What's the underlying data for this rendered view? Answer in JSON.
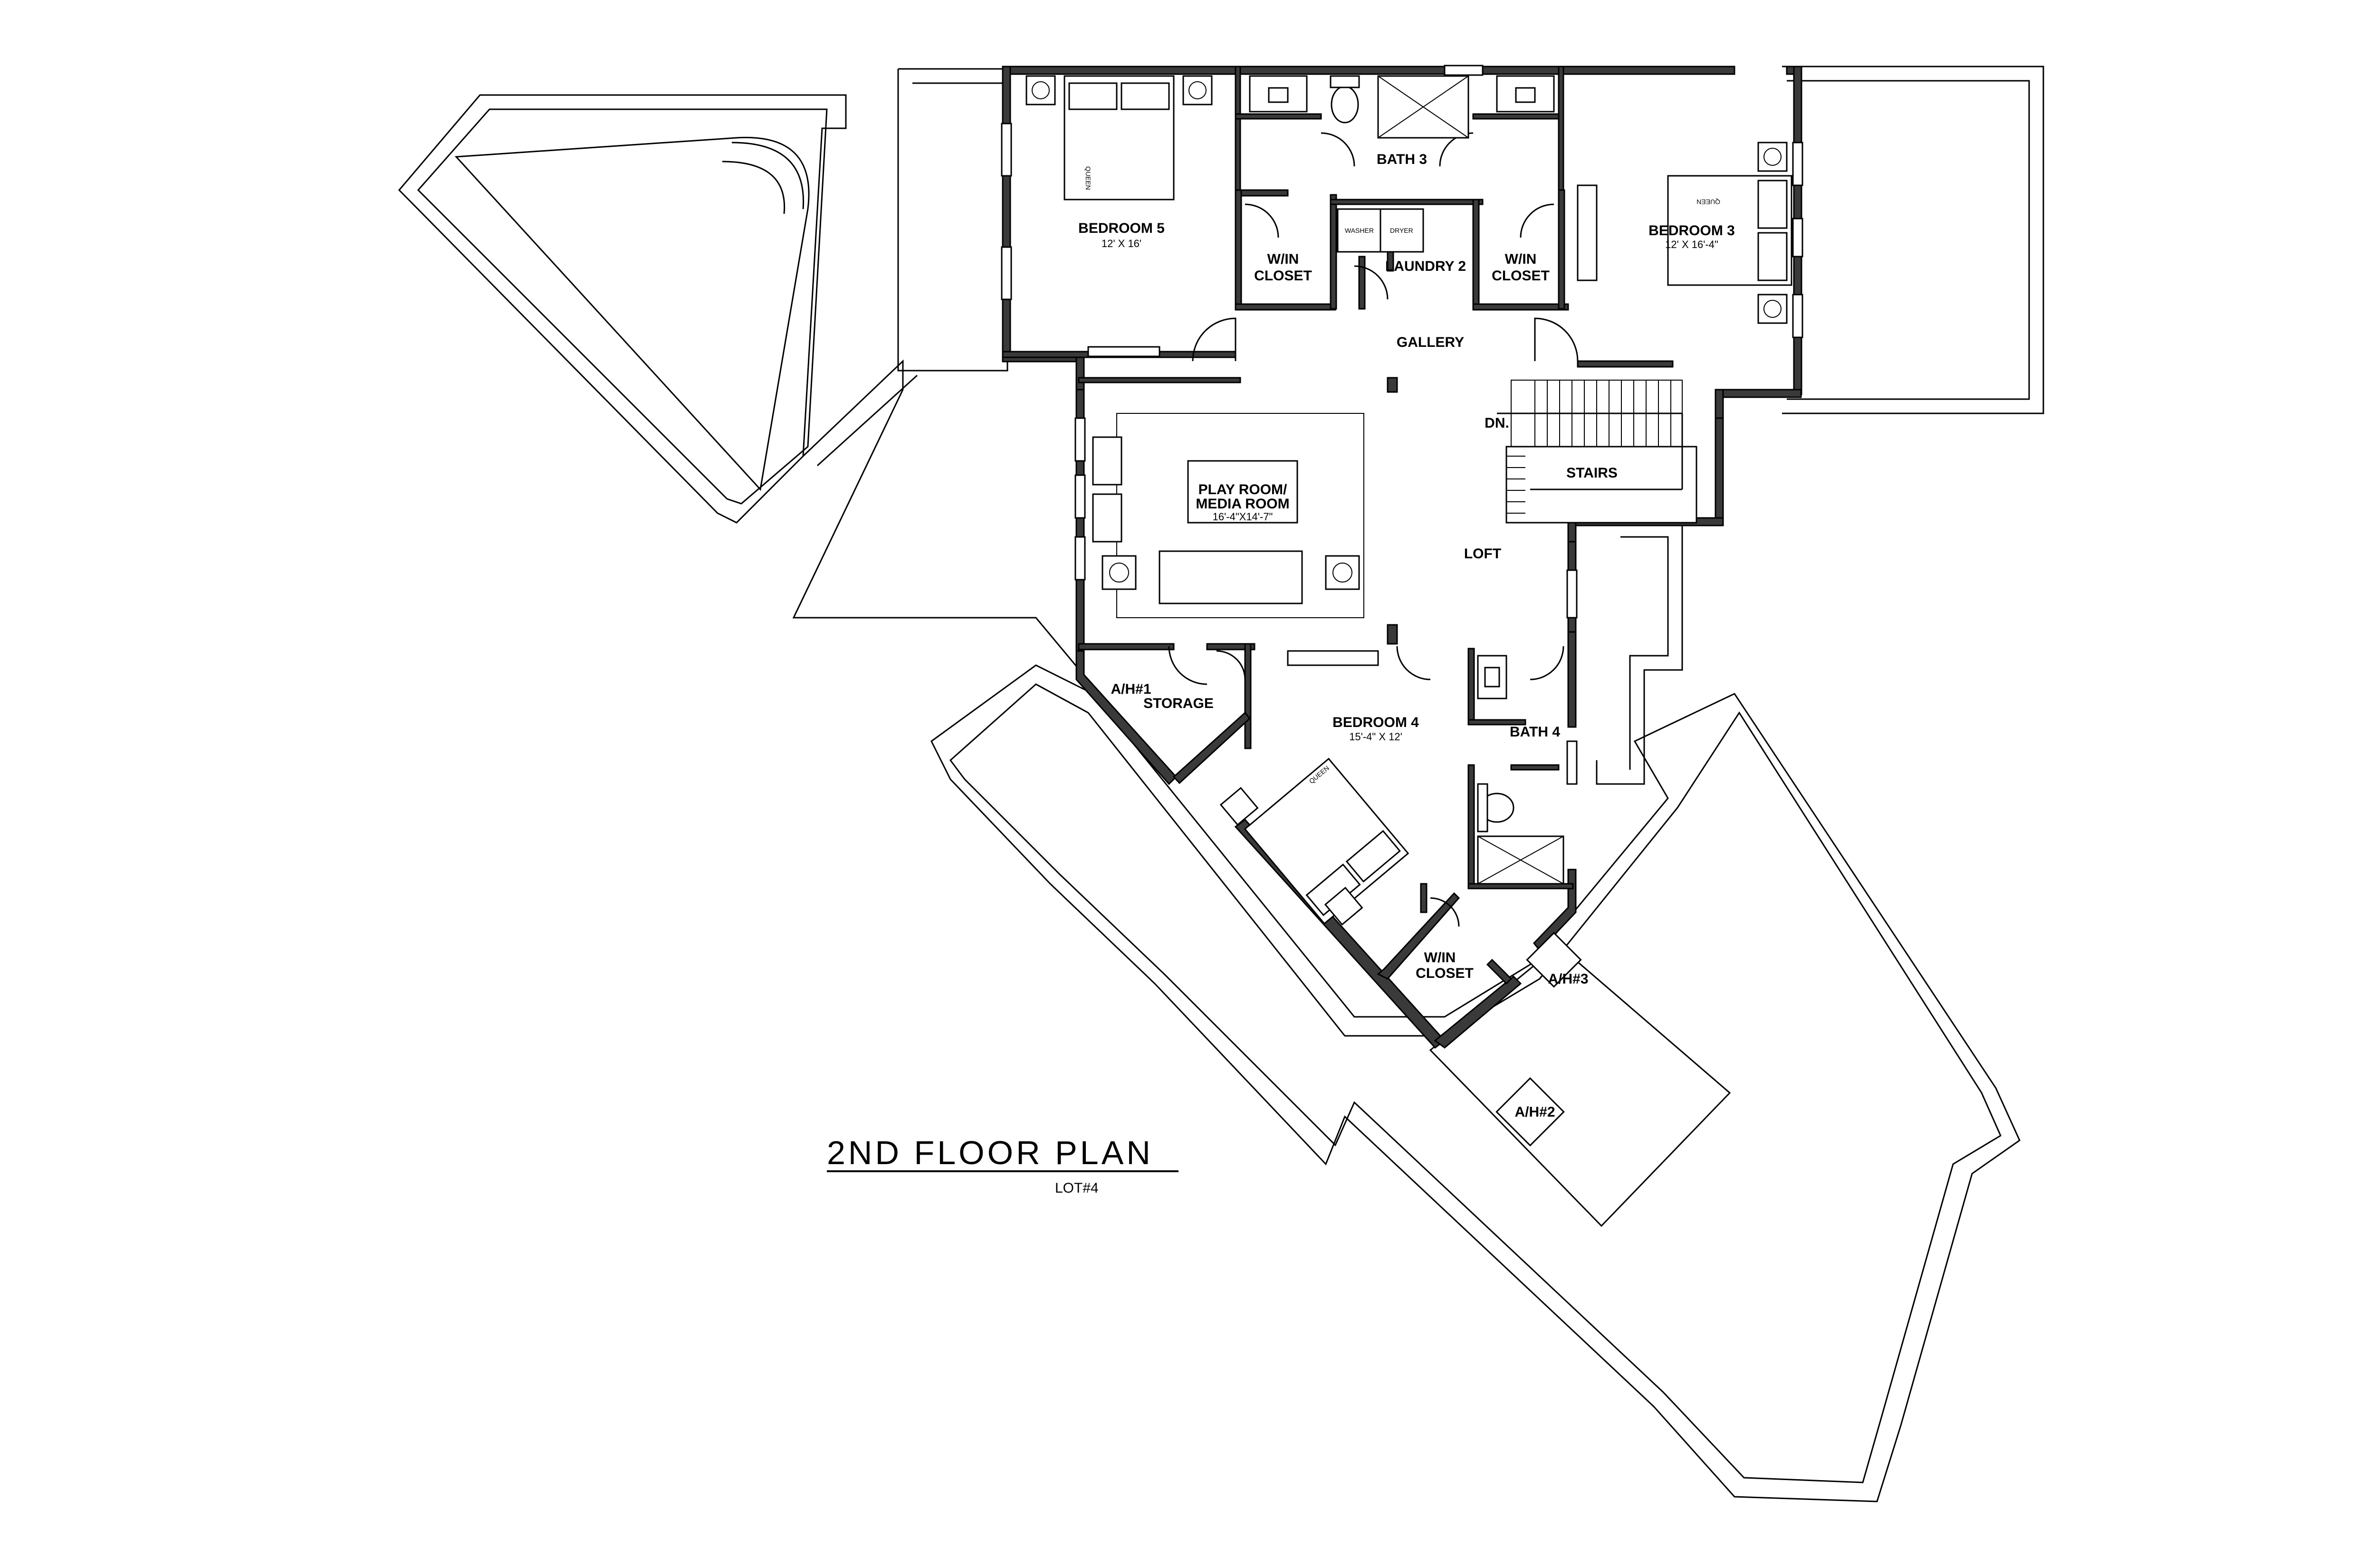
{
  "title": "2ND FLOOR PLAN",
  "subtitle": "LOT#4",
  "rooms": {
    "bedroom5": {
      "name": "BEDROOM 5",
      "dim": "12' X 16'"
    },
    "bath3": {
      "name": "BATH 3"
    },
    "bedroom3": {
      "name": "BEDROOM 3",
      "dim": "12' X 16'-4\""
    },
    "win_closet_a": {
      "line1": "W/IN",
      "line2": "CLOSET"
    },
    "laundry2": {
      "name": "LAUNDRY 2"
    },
    "win_closet_b": {
      "line1": "W/IN",
      "line2": "CLOSET"
    },
    "gallery": {
      "name": "GALLERY"
    },
    "dn": {
      "name": "DN."
    },
    "stairs": {
      "name": "STAIRS"
    },
    "playroom": {
      "line1": "PLAY ROOM/",
      "line2": "MEDIA ROOM",
      "dim": "16'-4\"X14'-7\""
    },
    "loft": {
      "name": "LOFT"
    },
    "ah1": {
      "name": "A/H#1"
    },
    "storage": {
      "name": "STORAGE"
    },
    "bedroom4": {
      "name": "BEDROOM 4",
      "dim": "15'-4\" X 12'"
    },
    "bath4": {
      "name": "BATH 4"
    },
    "win_closet_c": {
      "line1": "W/IN",
      "line2": "CLOSET"
    },
    "ah3": {
      "name": "A/H#3"
    },
    "ah2": {
      "name": "A/H#2"
    }
  },
  "fixtures": {
    "queen_a": "QUEEN",
    "queen_b": "QUEEN",
    "queen_c": "QUEEN",
    "washer": "WASHER",
    "dryer": "DRYER"
  }
}
